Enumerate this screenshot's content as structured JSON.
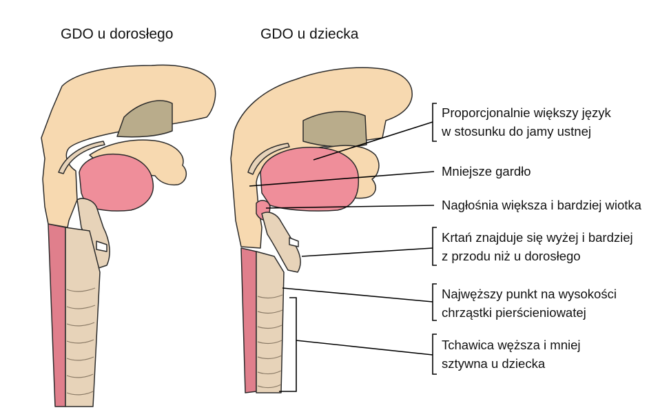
{
  "titles": {
    "adult": "GDO u dorosłego",
    "child": "GDO u dziecka"
  },
  "labels": [
    {
      "id": "tongue",
      "lines": [
        "Proporcjonalnie większy język",
        "w stosunku do jamy ustnej"
      ]
    },
    {
      "id": "pharynx",
      "lines": [
        "Mniejsze gardło"
      ]
    },
    {
      "id": "epiglottis",
      "lines": [
        "Nagłośnia większa i bardziej wiotka"
      ]
    },
    {
      "id": "larynx",
      "lines": [
        "Krtań znajduje się wyżej i bardziej",
        "z przodu niż u dorosłego"
      ]
    },
    {
      "id": "narrowest",
      "lines": [
        "Najwęższy punkt na wysokości",
        "chrząstki pierścieniowatej"
      ]
    },
    {
      "id": "trachea",
      "lines": [
        "Tchawica węższa i mniej",
        "sztywna u dziecka"
      ]
    }
  ],
  "colors": {
    "tissue": "#f7d9b0",
    "nasal": "#b9ac8b",
    "tongue": "#ef8e9a",
    "cartilage": "#e7d3b9",
    "esophagus": "#e07f8c",
    "outline": "#2a2a2a"
  }
}
